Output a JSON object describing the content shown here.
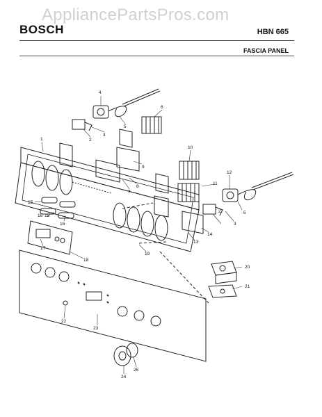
{
  "header": {
    "brand": "BOSCH",
    "model": "HBN 665",
    "section": "FASCIA PANEL"
  },
  "watermark": "AppliancePartsPros.com",
  "callouts": [
    "1",
    "2",
    "3",
    "4",
    "5",
    "6",
    "7",
    "8",
    "9",
    "10",
    "11",
    "12",
    "13",
    "14",
    "15",
    "16",
    "17",
    "18",
    "19",
    "20",
    "21",
    "22",
    "23",
    "24",
    "25"
  ]
}
